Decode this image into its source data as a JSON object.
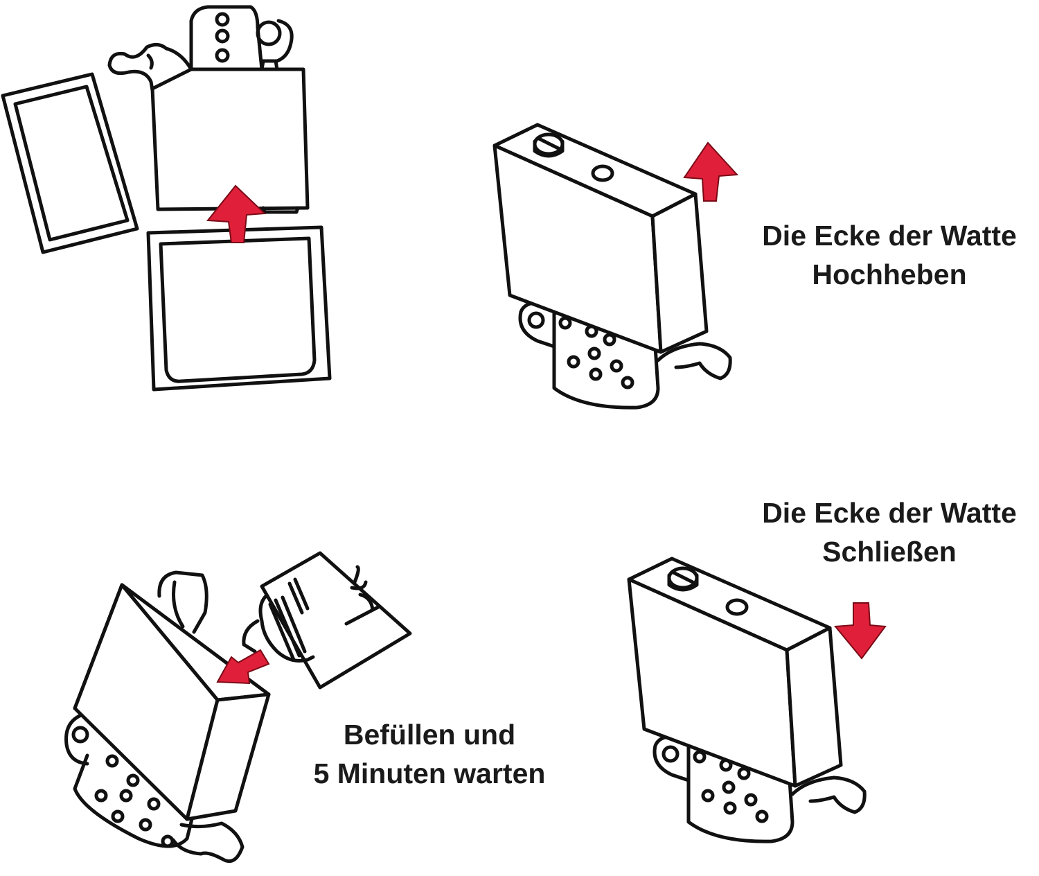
{
  "captions": {
    "lift": {
      "line1": "Die Ecke der Watte",
      "line2": "Hochheben"
    },
    "close": {
      "line1": "Die Ecke der Watte",
      "line2": "Schließen"
    },
    "fill": {
      "line1": "Befüllen und",
      "line2": "5 Minuten warten"
    }
  },
  "colors": {
    "arrow": "#e0203a",
    "line": "#111111",
    "background": "#ffffff"
  },
  "icons": [
    "zippo-lighter-open-icon",
    "lighter-insert-icon",
    "lighter-insert-icon",
    "fluid-can-icon",
    "up-arrow-icon",
    "down-arrow-icon",
    "fill-arrow-icon"
  ]
}
